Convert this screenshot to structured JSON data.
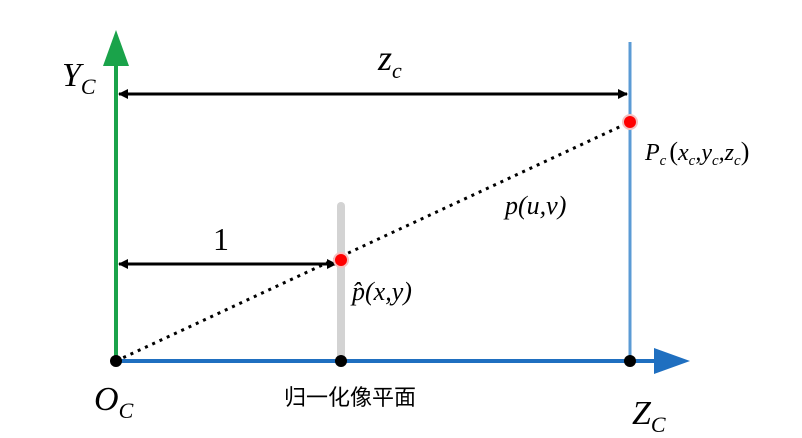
{
  "labels": {
    "y_axis_main": "Y",
    "y_axis_sub": "C",
    "z_axis_main": "Z",
    "z_axis_sub": "C",
    "origin_main": "O",
    "origin_sub": "C",
    "zc_main": "z",
    "zc_sub": "c",
    "unit_distance": "1",
    "plane_caption": "归一化像平面",
    "p_uv": "p(u,v)",
    "p_hat": "p̂(x,y)",
    "pc_main": "P",
    "pc_sub": "c",
    "pc_coords_open": "(",
    "pc_x": "x",
    "pc_x_sub": "c",
    "pc_comma1": ",",
    "pc_y": "y",
    "pc_y_sub": "c",
    "pc_comma2": ",",
    "pc_z": "z",
    "pc_z_sub": "c",
    "pc_coords_close": ")"
  },
  "colors": {
    "y_axis": "#1aa34a",
    "z_axis": "#1f6fc0",
    "image_plane_far": "#5b9bd5",
    "normalized_plane": "#d3d3d3",
    "arrow": "#000000",
    "point_red": "#ff0000",
    "point_black": "#000000"
  }
}
